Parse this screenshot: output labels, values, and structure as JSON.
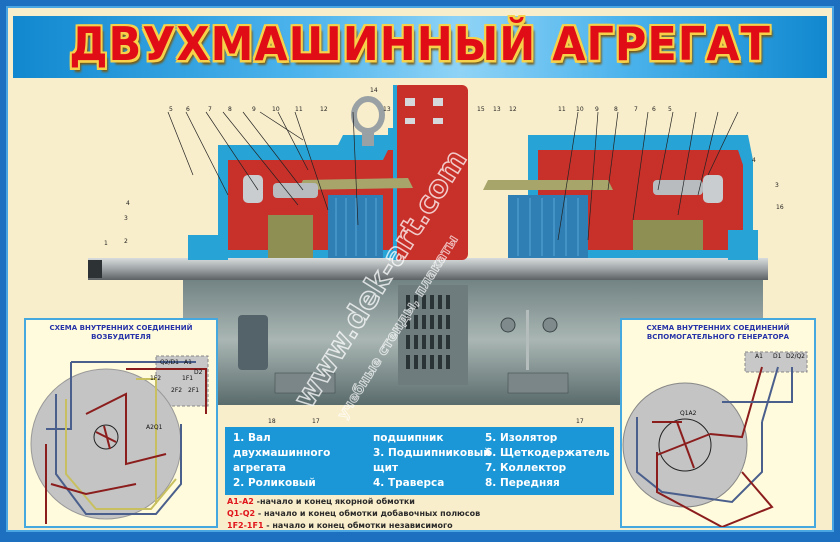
{
  "poster": {
    "title": "ДВУХМАШИННЫЙ АГРЕГАТ",
    "colors": {
      "frame": "#1d6fc0",
      "background": "#f9eecb",
      "title_text": "#e10d16",
      "title_outline": "#f6d24a",
      "title_band": "#4cb3ec",
      "legend_box": "#1b97d8",
      "panel_bg": "#fffbdc",
      "panel_title": "#2733a8",
      "housing_red": "#c8302a",
      "housing_blue": "#27a3d6",
      "winding_blue": "#2f7fb5",
      "wire_red": "#8b1d1d",
      "wire_blue": "#4a5f8c",
      "wire_yellow": "#c8c060"
    }
  },
  "machine": {
    "callouts_top_left": [
      "5",
      "6",
      "7",
      "8",
      "9",
      "10",
      "11",
      "12",
      "13",
      "14"
    ],
    "callouts_top_right": [
      "15",
      "13",
      "12",
      "11",
      "10",
      "9",
      "8",
      "7",
      "6",
      "5"
    ],
    "callouts_left": [
      "4",
      "3",
      "2",
      "1"
    ],
    "callouts_right": [
      "4",
      "3",
      "16"
    ],
    "callouts_bottom": [
      "18",
      "17",
      "17"
    ]
  },
  "legend": {
    "col1": [
      "1. Вал",
      "двухмашинного",
      "агрегата",
      "2. Роликовый"
    ],
    "col2": [
      "подшипник",
      "3. Подшипниковый",
      "щит",
      "4. Траверса"
    ],
    "col3": [
      "5. Изолятор",
      "6. Щеткодержатель",
      "7. Коллектор",
      "8. Передняя"
    ]
  },
  "notes": [
    {
      "code": "A1-A2",
      "text": " -начало и конец якорной обмотки"
    },
    {
      "code": "Q1-Q2",
      "text": " - начало и конец обмотки добавочных полюсов"
    },
    {
      "code": "1F2-1F1",
      "text": " - начало и конец обмотки независимого"
    }
  ],
  "left_schematic": {
    "title": "СХЕМА ВНУТРЕННИХ СОЕДИНЕНИЙ ВОЗБУДИТЕЛЯ",
    "terminals": [
      "Q2/D1",
      "A1",
      "1F2",
      "1F1",
      "D2",
      "2F2",
      "2F1"
    ],
    "center_label": "A2Q1"
  },
  "right_schematic": {
    "title_line1": "СХЕМА ВНУТРЕННИХ СОЕДИНЕНИЙ",
    "title_line2": "ВСПОМОГАТЕЛЬНОГО ГЕНЕРАТОРА",
    "terminals": [
      "A1",
      "D1",
      "D2/Q2"
    ],
    "center_label": "Q1A2"
  },
  "watermark": {
    "line1": "www.dek-art.com",
    "line2": "учебные стенды, плакаты"
  }
}
